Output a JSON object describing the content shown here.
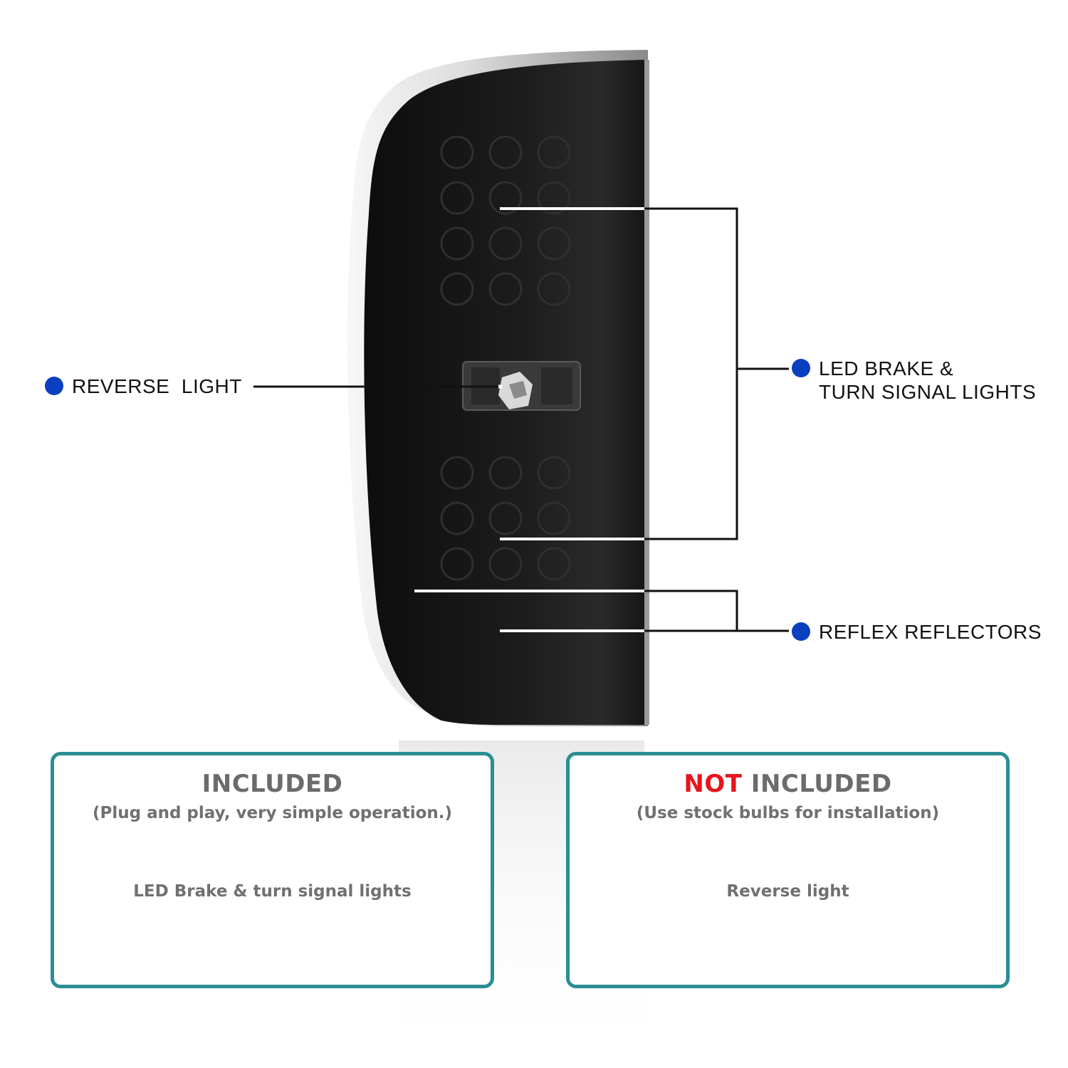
{
  "colors": {
    "callout_dot": "#0a3fc0",
    "box_border": "#2a8e95",
    "box_text": "#707070",
    "not_highlight": "#e8141c",
    "leader_line": "#111111",
    "lamp_body": "#151515"
  },
  "callouts": {
    "reverse_light": {
      "lines": [
        "REVERSE  LIGHT"
      ]
    },
    "brake_turn": {
      "lines": [
        "LED BRAKE &",
        "TURN SIGNAL LIGHTS"
      ]
    },
    "reflectors": {
      "lines": [
        "REFLEX REFLECTORS"
      ]
    }
  },
  "included": {
    "heading": "INCLUDED",
    "subheading": "(Plug and play, very simple operation.)",
    "item": "LED Brake & turn signal lights"
  },
  "not_included": {
    "heading_highlight": "NOT",
    "heading_rest": " INCLUDED",
    "subheading": "(Use stock bulbs for installation)",
    "item": "Reverse light"
  }
}
